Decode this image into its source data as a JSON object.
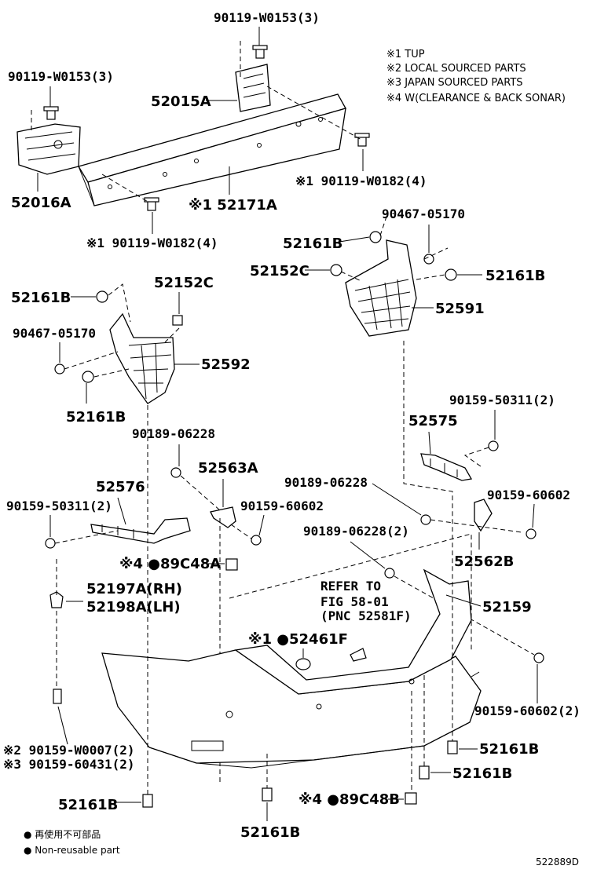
{
  "legend": {
    "items": [
      "※1 TUP",
      "※2 LOCAL SOURCED PARTS",
      "※3 JAPAN SOURCED PARTS",
      "※4  W(CLEARANCE & BACK SONAR)"
    ]
  },
  "labels": {
    "top_bolt": "90119-W0153(3)",
    "left_bolt": "90119-W0153(3)",
    "bracket_right": "52015A",
    "bracket_left": "52016A",
    "reinforcement": "※1 52171A",
    "tup_right": "※1 90119-W0182(4)",
    "tup_left": "※1 90119-W0182(4)",
    "clip_r1": "52161B",
    "screw_r": "90467-05170",
    "nut_r": "52152C",
    "clip_r2": "52161B",
    "retainer_r": "52591",
    "clip_l1": "52161B",
    "nut_l": "52152C",
    "screw_l": "90467-05170",
    "retainer_l": "52592",
    "clip_l2": "52161B",
    "screw_mid_l": "90189-06228",
    "bracket_563": "52563A",
    "bracket_576": "52576",
    "screw_311_l": "90159-50311(2)",
    "screw_602_mid": "90159-60602",
    "screw_311_r": "90159-50311(2)",
    "bracket_575": "52575",
    "screw_mid_r": "90189-06228",
    "screw_602_r": "90159-60602",
    "screw_mid_r2": "90189-06228(2)",
    "bracket_562": "52562B",
    "refer_1": "REFER TO",
    "refer_2": "FIG 58-01",
    "refer_3": "(PNC 52581F)",
    "cover_lower": "52159",
    "retainer_89c48a": "※4 ●89C48A",
    "guide_rh": "52197A(RH)",
    "guide_lh": "52198A(LH)",
    "cap": "※1 ●52461F",
    "screw_602_2": "90159-60602(2)",
    "screw_w0007": "※2 90159-W0007(2)",
    "screw_60431": "※3 90159-60431(2)",
    "clip_b1": "52161B",
    "clip_b2": "52161B",
    "clip_b3": "52161B",
    "clip_b4": "52161B",
    "retainer_89c48b": "※4 ●89C48B",
    "footnote_jp": "● 再使用不可部品",
    "footnote_en": "● Non-reusable part",
    "diagram_id": "522889D"
  }
}
